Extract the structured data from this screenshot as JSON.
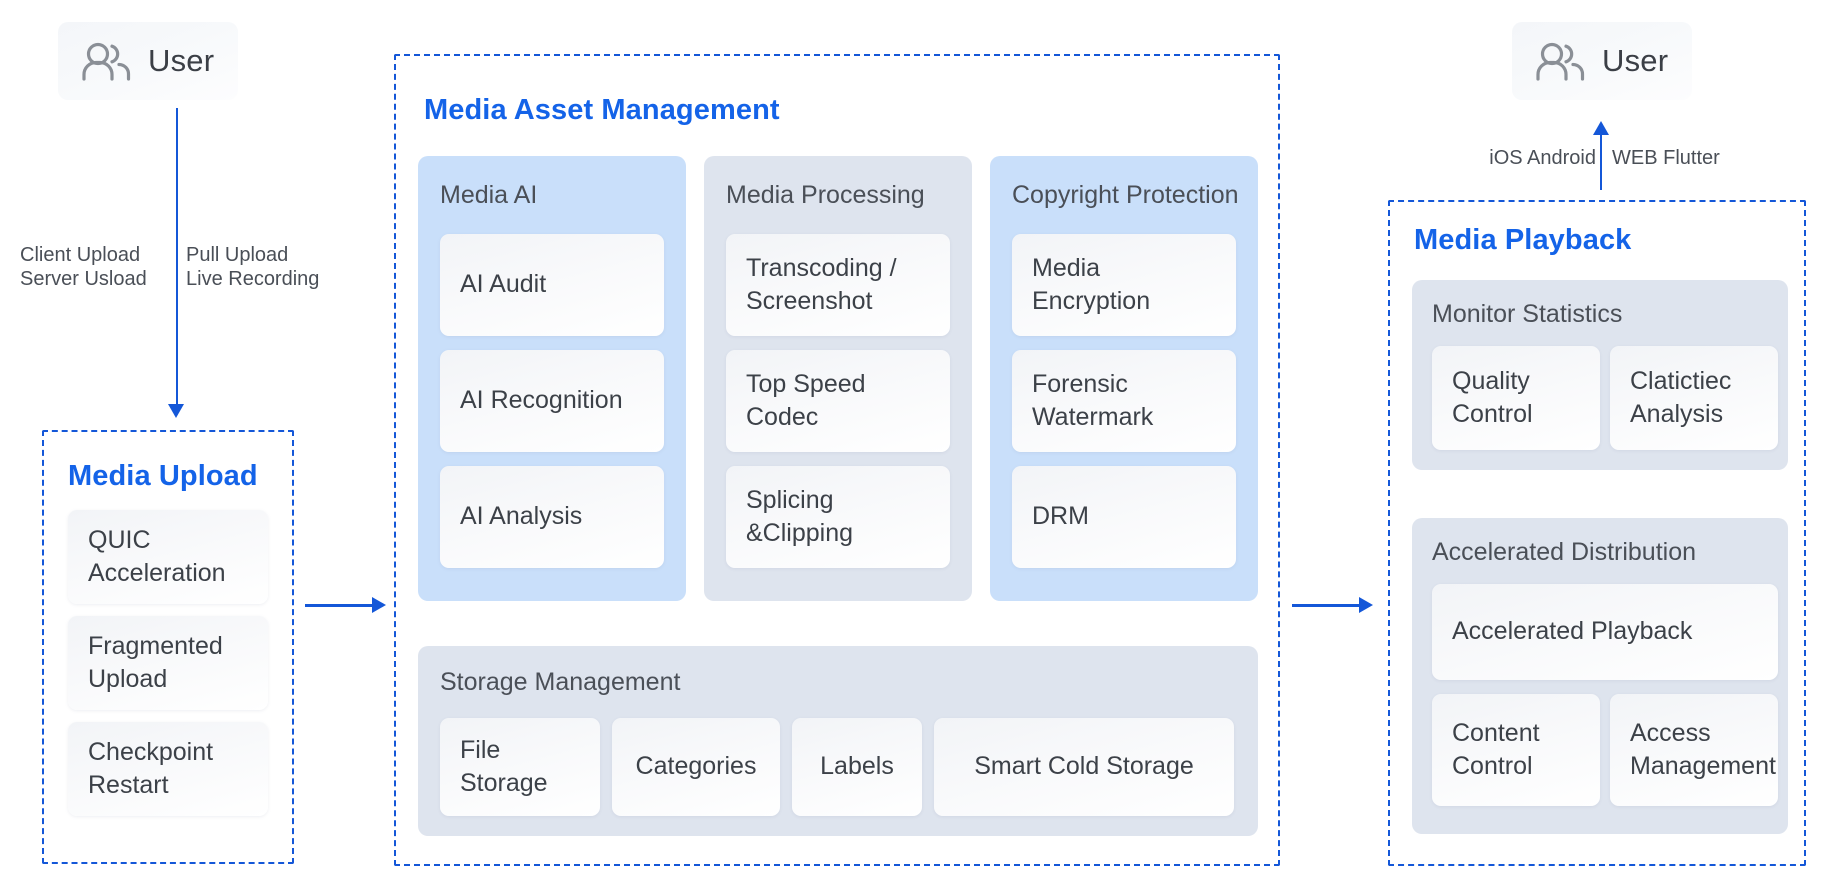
{
  "diagram": {
    "title_color": "#1463e8",
    "accent_color": "#1457d8",
    "panel_blue": "#c9dffa",
    "panel_grey": "#dee4ee"
  },
  "left_user": {
    "label": "User",
    "icon": "users-group-icon"
  },
  "right_user": {
    "label": "User",
    "icon": "users-group-icon"
  },
  "upload_annotations": {
    "left": "Client Upload\nServer Usload",
    "right": "Pull Upload\nLive Recording"
  },
  "playback_annotations": {
    "left": "iOS Android",
    "right": "WEB Flutter"
  },
  "media_upload": {
    "title": "Media Upload",
    "cards": [
      {
        "label": "QUIC\nAcceleration"
      },
      {
        "label": "Fragmented\nUpload"
      },
      {
        "label": "Checkpoint\nRestart"
      }
    ]
  },
  "media_asset_management": {
    "title": "Media Asset Management",
    "groups": [
      {
        "name": "Media AI",
        "tone": "blue",
        "cards": [
          {
            "label": "AI Audit"
          },
          {
            "label": "AI Recognition"
          },
          {
            "label": "AI Analysis"
          }
        ]
      },
      {
        "name": "Media Processing",
        "tone": "grey",
        "cards": [
          {
            "label": "Transcoding /\nScreenshot"
          },
          {
            "label": "Top Speed Codec"
          },
          {
            "label": "Splicing &Clipping"
          }
        ]
      },
      {
        "name": "Copyright Protection",
        "tone": "blue",
        "cards": [
          {
            "label": "Media Encryption"
          },
          {
            "label": "Forensic\nWatermark"
          },
          {
            "label": "DRM"
          }
        ]
      }
    ],
    "storage": {
      "name": "Storage Management",
      "tone": "grey",
      "cards": [
        {
          "label": "File Storage"
        },
        {
          "label": "Categories"
        },
        {
          "label": "Labels"
        },
        {
          "label": "Smart Cold Storage"
        }
      ]
    }
  },
  "media_playback": {
    "title": "Media Playback",
    "groups": [
      {
        "name": "Monitor Statistics",
        "tone": "grey",
        "cards": [
          {
            "label": "Quality\nControl"
          },
          {
            "label": "Clatictiec\nAnalysis"
          }
        ]
      },
      {
        "name": "Accelerated Distribution",
        "tone": "grey",
        "cards": [
          {
            "label": "Accelerated Playback"
          },
          {
            "label": "Content\nControl"
          },
          {
            "label": "Access\nManagement"
          }
        ]
      }
    ]
  }
}
